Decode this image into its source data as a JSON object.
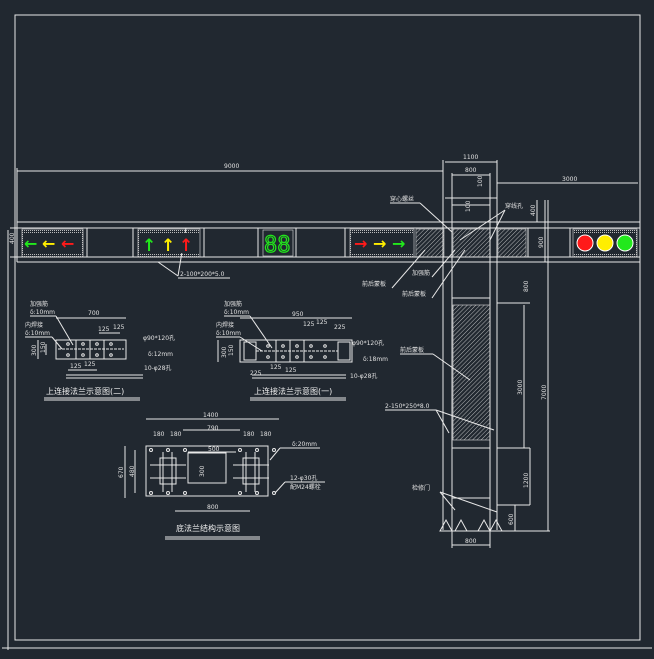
{
  "drawing": {
    "beam": {
      "length_dim": "9000",
      "plate_note": "2-100*200*5.0",
      "height_dim": "400"
    },
    "column": {
      "width_dim": "1100",
      "inner_dim": "800",
      "cantilever_dim": "3000",
      "top_dim": "100",
      "dim_900": "900",
      "dim_400": "400",
      "dim_100": "100",
      "dim_800": "800",
      "dim_3000": "3000",
      "dim_7000": "7000",
      "dim_1200": "1200",
      "dim_600": "600",
      "base_width": "800",
      "label_bolt": "穿心螺丝",
      "label_hole": "穿线孔",
      "label_rib": "加强筋",
      "label_panel": "前后蒙板",
      "label_panel2": "前后蒙板",
      "label_panel3": "前后蒙板",
      "label_door": "检修门",
      "plate_note": "2-150*250*8.0"
    },
    "flange2": {
      "title": "上连接法兰示意图(二)",
      "rib": "加强筋",
      "rib_t": "δ:10mm",
      "weld": "内焊接",
      "weld_t": "δ:10mm",
      "w": "700",
      "h": "300",
      "h2": "150",
      "s1": "125",
      "s2": "125",
      "s3": "125",
      "s4": "125",
      "hole": "φ90*120孔",
      "thick": "δ:12mm",
      "bolts": "10-φ28孔"
    },
    "flange1": {
      "title": "上连接法兰示意图(一)",
      "rib": "加强筋",
      "rib_t": "δ:10mm",
      "weld": "内焊接",
      "weld_t": "δ:10mm",
      "w": "950",
      "h": "300",
      "h2": "150",
      "s1": "125",
      "s2": "125",
      "s3": "225",
      "s4": "125",
      "s5": "125",
      "s6": "225",
      "hole": "φ90*120孔",
      "thick": "δ:18mm",
      "bolts": "10-φ28孔"
    },
    "base": {
      "title": "底法兰结构示意图",
      "w": "1400",
      "a1": "180",
      "a2": "180",
      "mid": "790",
      "a3": "180",
      "a4": "180",
      "inner": "500",
      "h": "670",
      "h2": "480",
      "ih": "300",
      "bottom": "800",
      "thick": "δ:20mm",
      "holes": "12-φ30孔",
      "bolt": "配M24螺栓"
    },
    "signals": {
      "countdown": "88"
    },
    "colors": {
      "red": "#ff1a1a",
      "yellow": "#ffee00",
      "green": "#22e81c",
      "bg": "#212830"
    }
  }
}
